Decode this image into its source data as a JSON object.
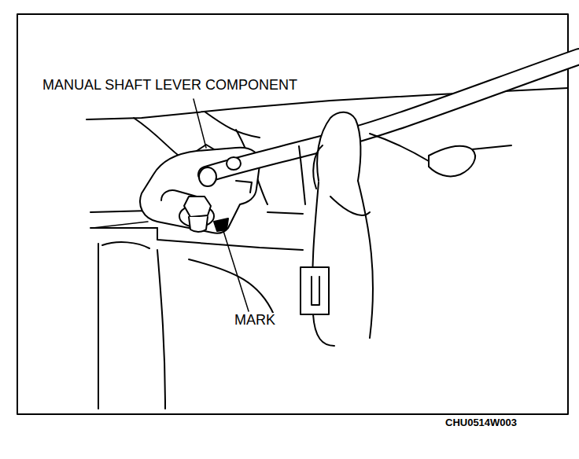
{
  "diagram": {
    "labels": [
      "MANUAL SHAFT LEVER COMPONENT",
      "MARK",
      "CHU0514W003"
    ]
  }
}
